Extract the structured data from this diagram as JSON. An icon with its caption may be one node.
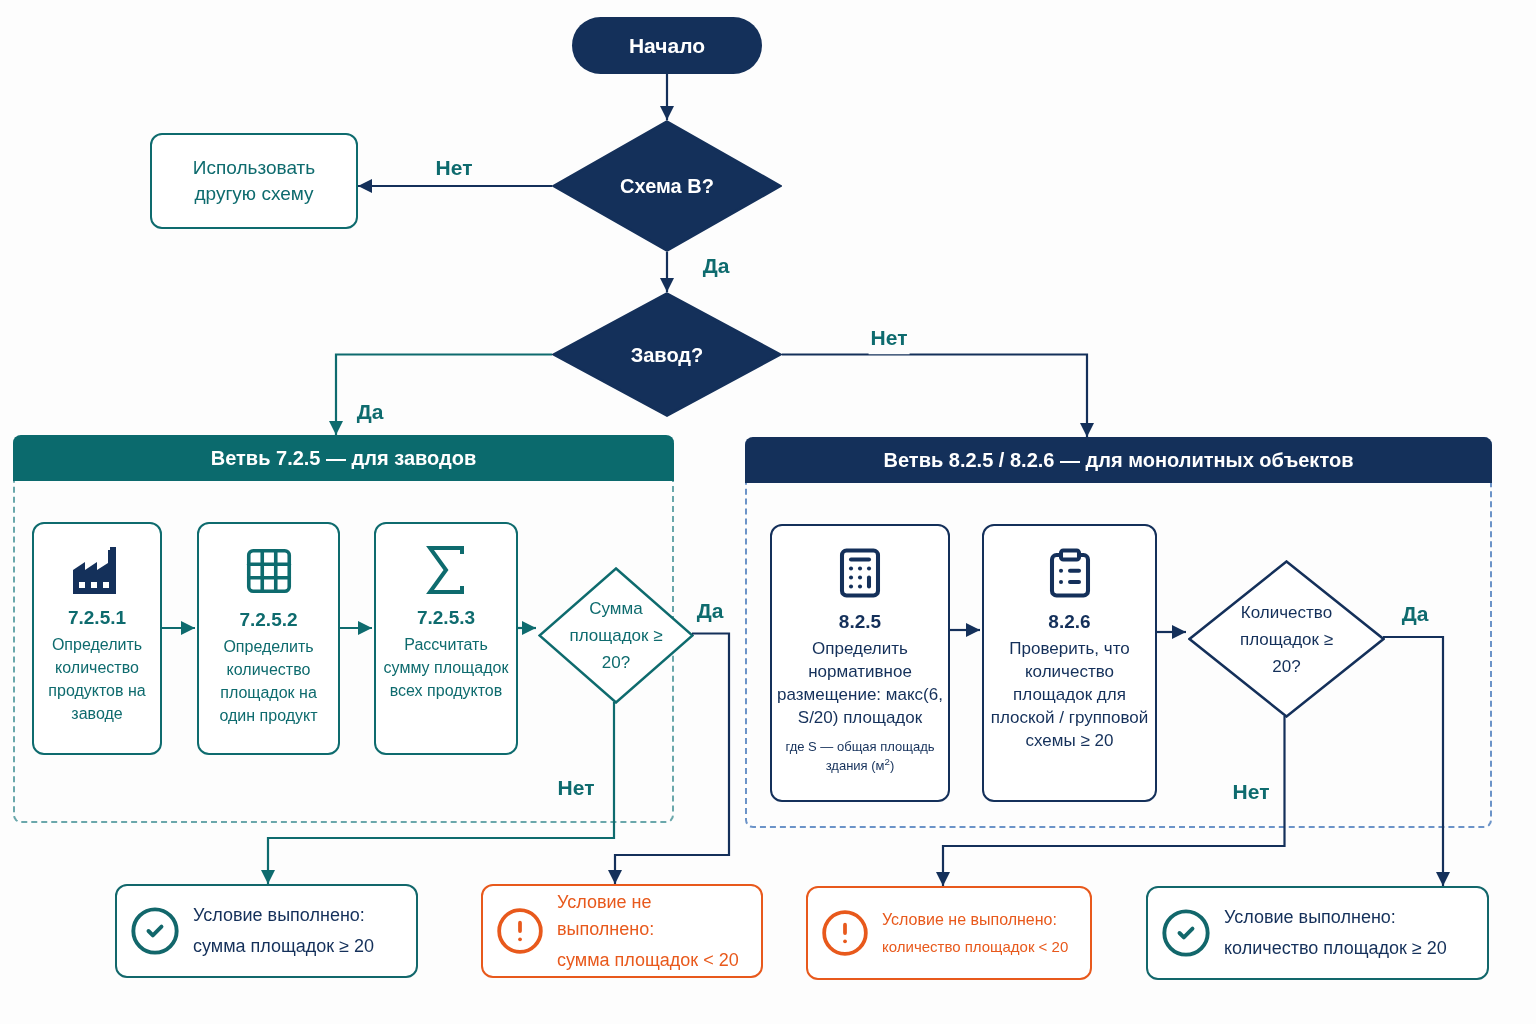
{
  "diagram": {
    "nodes": [
      {
        "text": [
          "Начало"
        ]
      },
      {
        "text": [
          "Схема B?"
        ]
      },
      {
        "text": [
          "Использовать другую схему"
        ]
      },
      {
        "text": [
          "Завод?"
        ]
      },
      {
        "text": [
          "Ветвь 7.2.5 — для заводов"
        ]
      },
      {
        "text": [
          "7.2.5.1",
          "Определить количество продуктов на заводе"
        ],
        "in": 4
      },
      {
        "text": [
          "7.2.5.2",
          "Определить количество площадок на один продукт"
        ],
        "in": 4
      },
      {
        "text": [
          "7.2.5.3",
          "Рассчитать сумму площадок всех продуктов"
        ],
        "in": 4
      },
      {
        "text": [
          "Сумма площадок ≥ 20?"
        ],
        "in": 4
      },
      {
        "text": [
          "Ветвь 8.2.5 / 8.2.6 — для монолитных объектов"
        ]
      },
      {
        "text": [
          "8.2.5",
          "Определить нормативное размещение: макс(6, S/20) площадок",
          "где S — общая площадь здания (м$^{2}$)"
        ],
        "in": 9
      },
      {
        "text": [
          "8.2.6",
          "Проверить, что количество площадок для плоской / групповой схемы ≥ 20"
        ],
        "in": 9
      },
      {
        "text": [
          "Количество площадок ≥ 20?"
        ],
        "in": 9
      },
      {
        "text": [
          "Условие выполнено:",
          "сумма площадок ≥ 20"
        ]
      },
      {
        "text": [
          "Условие не выполнено:",
          "сумма площадок < 20"
        ]
      },
      {
        "text": [
          "Условие не выполнено:",
          "количество площадок < 20"
        ]
      },
      {
        "text": [
          "Условие выполнено:",
          "количество площадок ≥ 20"
        ]
      }
    ],
    "edges": [
      {
        "from": 0,
        "to": 1,
        "arrow": "to"
      },
      {
        "from": 1,
        "to": 2,
        "arrow": "to",
        "label": "Нет"
      },
      {
        "from": 1,
        "to": 3,
        "arrow": "to",
        "label": "Да"
      },
      {
        "from": 3,
        "to": 4,
        "arrow": "to",
        "label": "Да",
        "color": "#0e6b6e"
      },
      {
        "from": 3,
        "to": 9,
        "arrow": "to",
        "label": "Нет"
      },
      {
        "from": 5,
        "to": 6,
        "arrow": "to",
        "color": "#0e6b6e"
      },
      {
        "from": 6,
        "to": 7,
        "arrow": "to",
        "color": "#0e6b6e"
      },
      {
        "from": 7,
        "to": 8,
        "arrow": "to",
        "color": "#0e6b6e"
      },
      {
        "from": 8,
        "to": 14,
        "arrow": "to",
        "label": "Да"
      },
      {
        "from": 8,
        "to": 13,
        "arrow": "to",
        "label": "Нет",
        "color": "#0e6b6e"
      },
      {
        "from": 10,
        "to": 11,
        "arrow": "to"
      },
      {
        "from": 11,
        "to": 12,
        "arrow": "to"
      },
      {
        "from": 12,
        "to": 16,
        "arrow": "to",
        "label": "Да"
      },
      {
        "from": 12,
        "to": 15,
        "arrow": "to",
        "label": "Нет"
      }
    ]
  }
}
